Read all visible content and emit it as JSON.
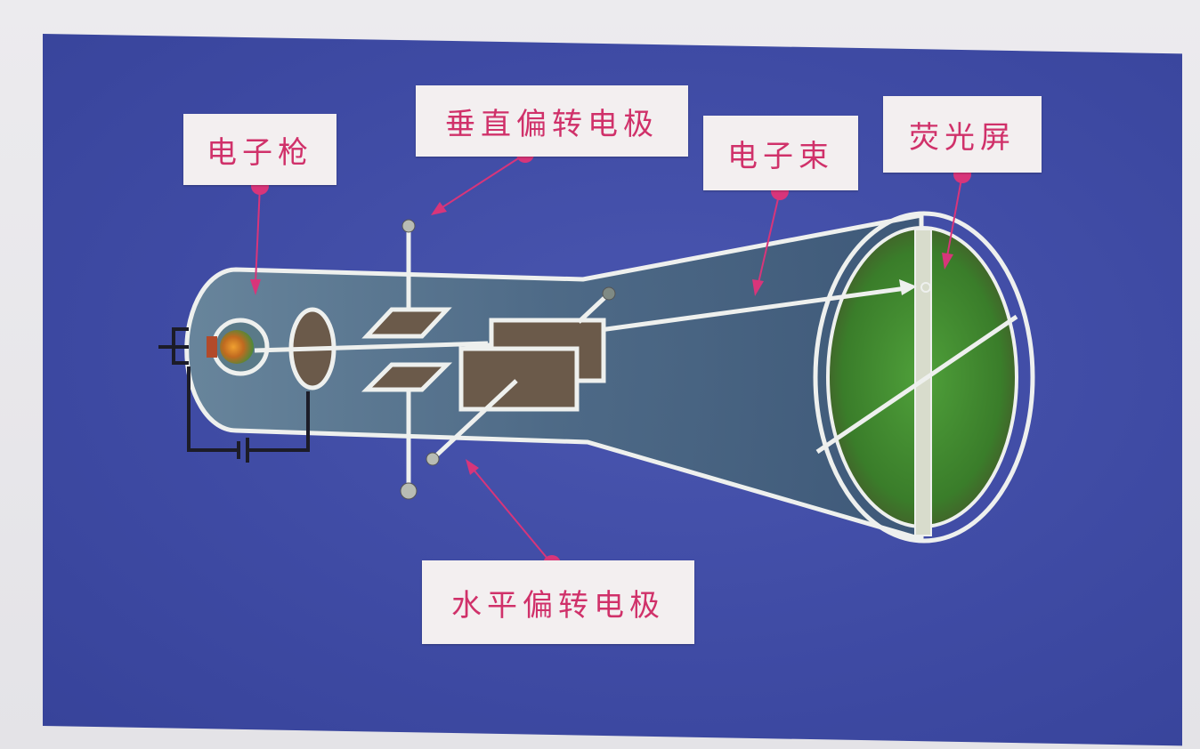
{
  "labels": {
    "electron_gun": "电子枪",
    "vertical_deflection": "垂直偏转电极",
    "electron_beam": "电子束",
    "fluorescent_screen": "荧光屏",
    "horizontal_deflection": "水平偏转电极"
  },
  "colors": {
    "panel_blue": "#3f4ba6",
    "tube_fill": "#5b7a8a",
    "label_text": "#d0316a",
    "pointer_pink": "#d8357a",
    "screen_green": "#3f8a2c",
    "plate_brown": "#6b5a4a"
  }
}
